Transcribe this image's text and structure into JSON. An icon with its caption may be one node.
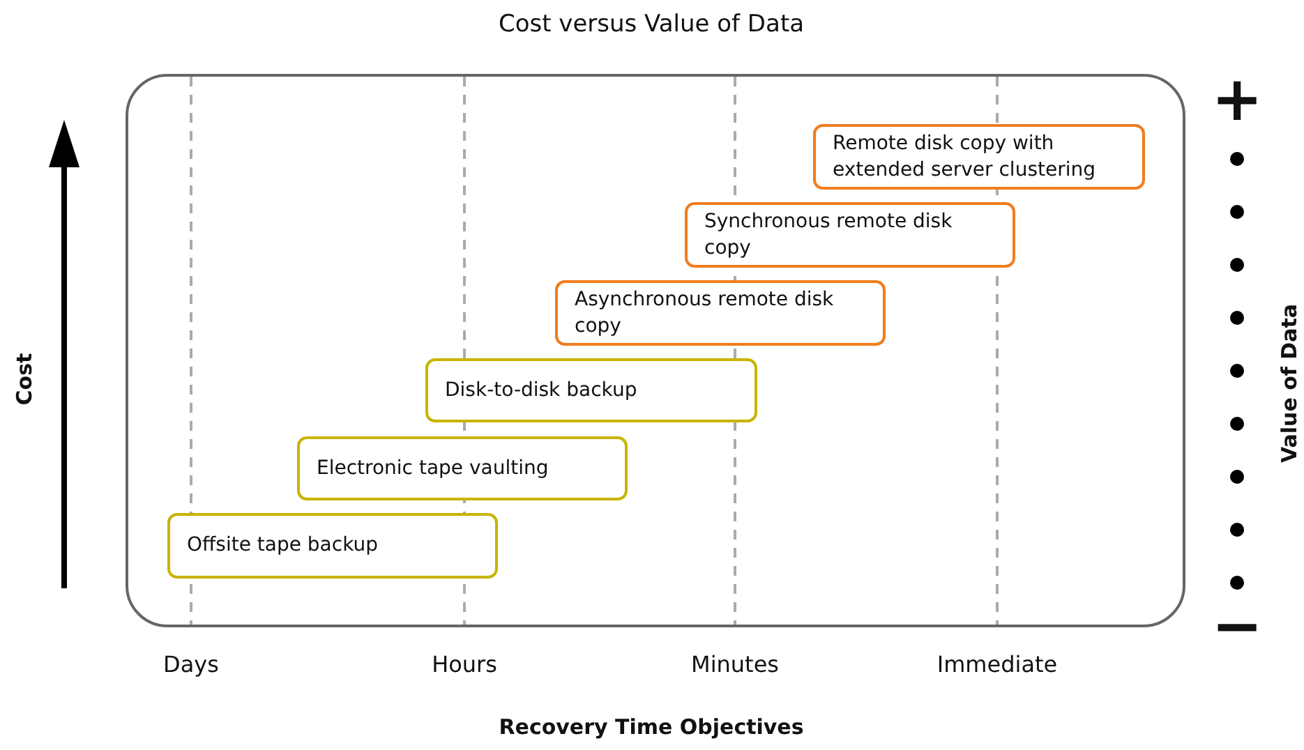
{
  "diagram": {
    "title": "Cost versus Value of Data",
    "nodes": [
      {
        "text": [],
        "shape": "box"
      },
      {
        "text": [
          "Offsite tape backup"
        ],
        "in": 0
      },
      {
        "text": [
          "Electronic tape vaulting"
        ],
        "in": 0
      },
      {
        "text": [
          "Disk-to-disk backup"
        ],
        "in": 0
      },
      {
        "text": [
          "Asynchronous remote disk copy"
        ],
        "in": 0
      },
      {
        "text": [
          "Synchronous remote disk copy"
        ],
        "in": 0
      },
      {
        "text": [
          "Remote disk copy with extended server clustering"
        ],
        "in": 0
      }
    ],
    "edges": [],
    "labels": [
      "+",
      "Cost",
      "Value of Data",
      "−",
      "Days",
      "Hours",
      "Minutes",
      "Immediate",
      "Recovery Time Objectives"
    ]
  }
}
